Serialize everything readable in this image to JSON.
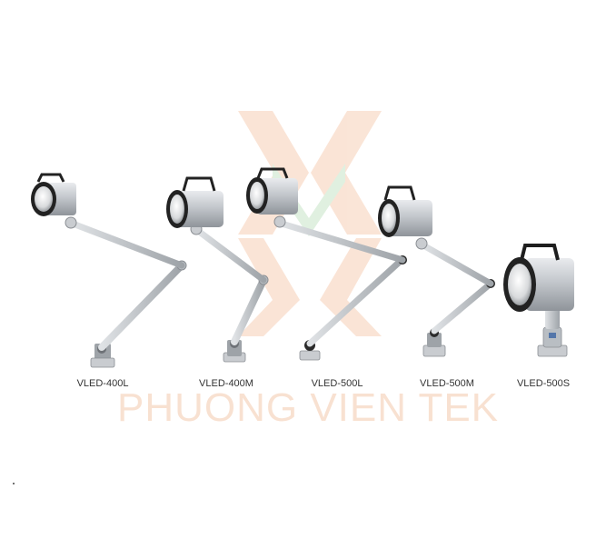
{
  "watermark": {
    "text": "PHUONG VIEN TEK",
    "color": "#f4c9ad",
    "logo": "x-chevron-logo"
  },
  "products": [
    {
      "model": "VLED-400L"
    },
    {
      "model": "VLED-400M"
    },
    {
      "model": "VLED-500L"
    },
    {
      "model": "VLED-500M"
    },
    {
      "model": "VLED-500S"
    }
  ],
  "colors": {
    "background": "#ffffff",
    "lamp_body": "#b9bec3",
    "lamp_dark": "#2b2b2b",
    "label": "#333333"
  }
}
